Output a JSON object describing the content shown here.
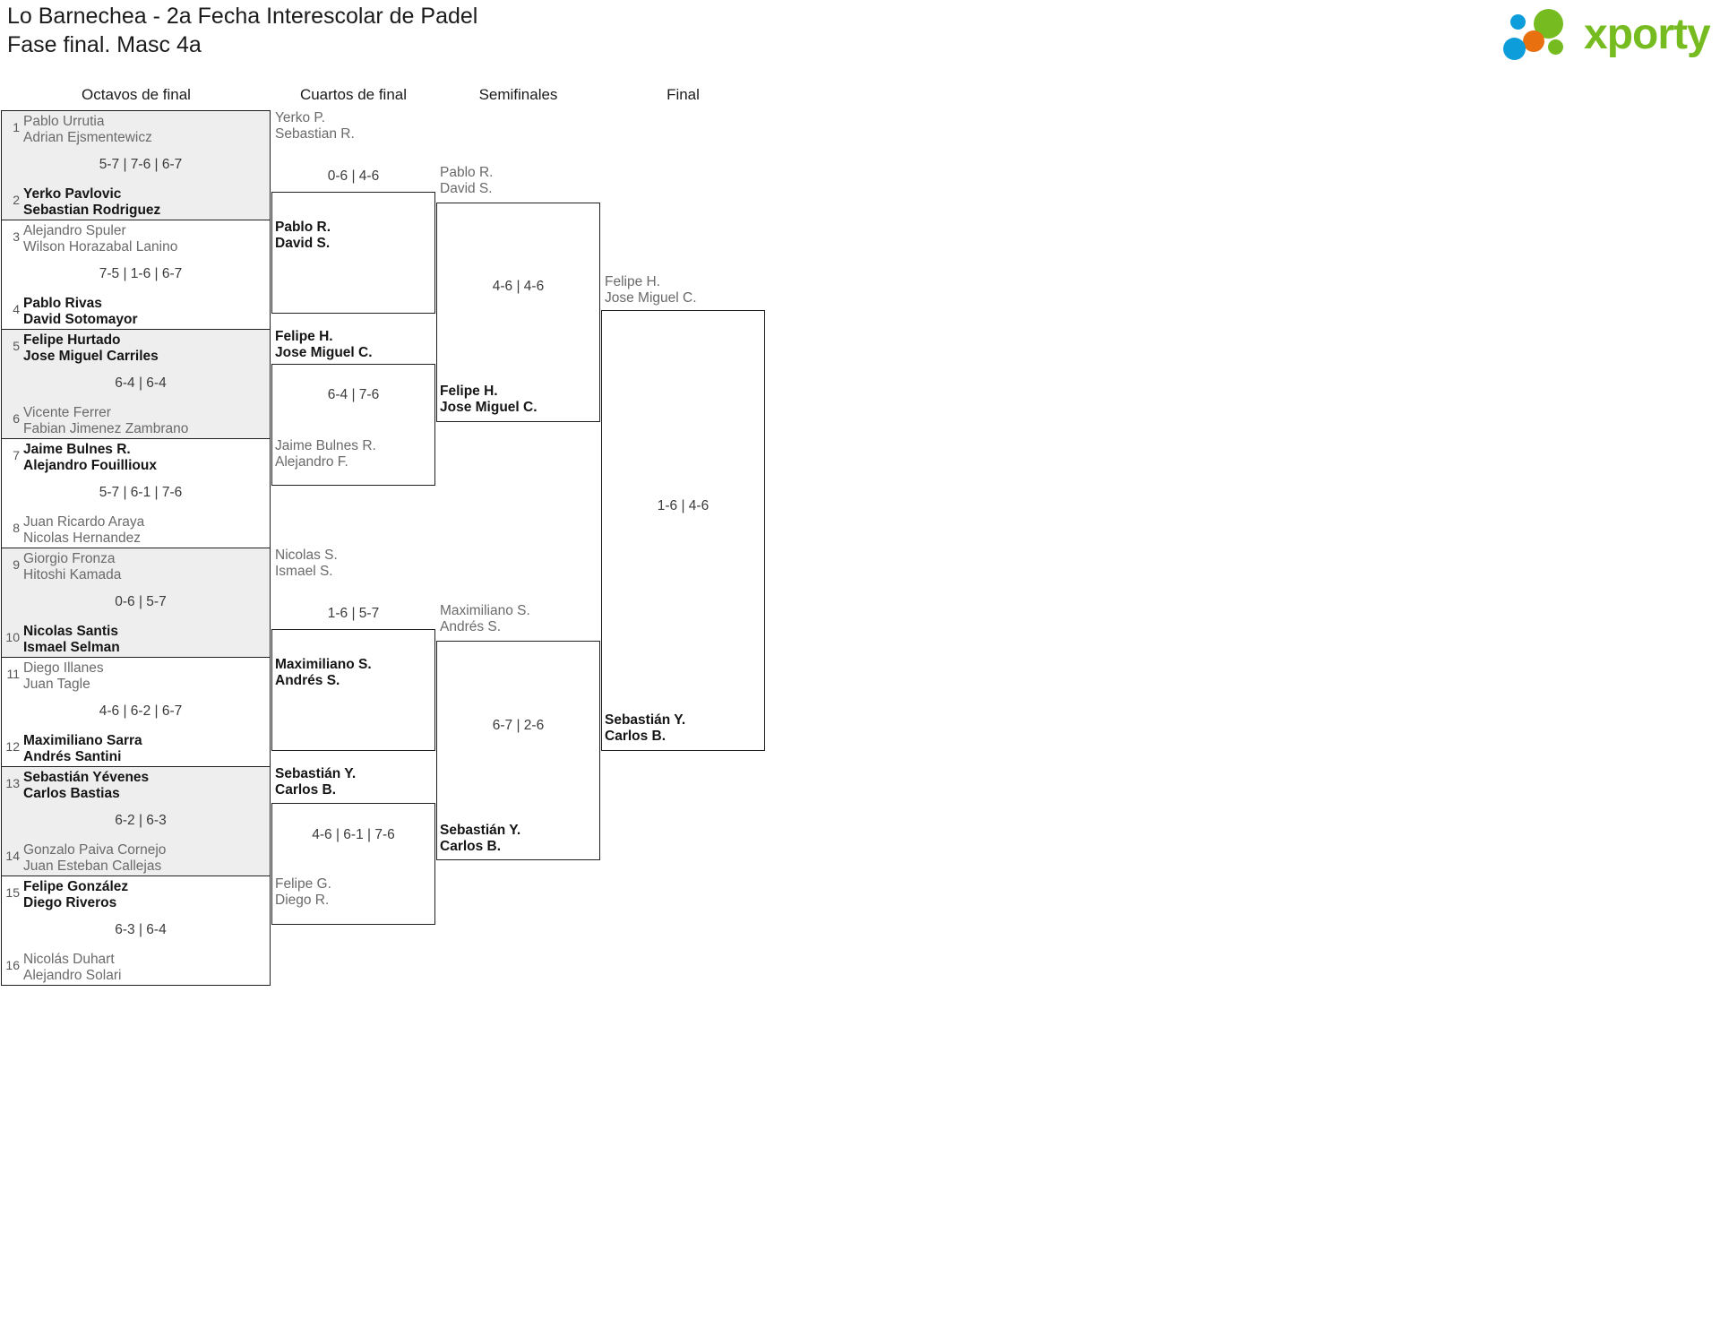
{
  "header": {
    "title_line1": "Lo Barnechea - 2a Fecha Interescolar de Padel",
    "title_line2": "Fase final. Masc 4a",
    "brand": "xporty"
  },
  "rounds": [
    {
      "label": "Octavos de final"
    },
    {
      "label": "Cuartos de final"
    },
    {
      "label": "Semifinales"
    },
    {
      "label": "Final"
    }
  ],
  "round1": {
    "matches": [
      {
        "seed_top": "1",
        "seed_bottom": "2",
        "top_p1": "Pablo Urrutia",
        "top_p2": "Adrian Ejsmentewicz",
        "top_win": false,
        "bottom_p1": "Yerko Pavlovic",
        "bottom_p2": "Sebastian Rodriguez",
        "bottom_win": true,
        "score": "5-7 | 7-6 | 6-7"
      },
      {
        "seed_top": "3",
        "seed_bottom": "4",
        "top_p1": "Alejandro Spuler",
        "top_p2": "Wilson Horazabal Lanino",
        "top_win": false,
        "bottom_p1": "Pablo Rivas",
        "bottom_p2": "David Sotomayor",
        "bottom_win": true,
        "score": "7-5 | 1-6 | 6-7"
      },
      {
        "seed_top": "5",
        "seed_bottom": "6",
        "top_p1": "Felipe Hurtado",
        "top_p2": "Jose Miguel Carriles",
        "top_win": true,
        "bottom_p1": "Vicente Ferrer",
        "bottom_p2": "Fabian Jimenez Zambrano",
        "bottom_win": false,
        "score": "6-4 | 6-4"
      },
      {
        "seed_top": "7",
        "seed_bottom": "8",
        "top_p1": "Jaime Bulnes R.",
        "top_p2": "Alejandro Fouillioux",
        "top_win": true,
        "bottom_p1": "Juan Ricardo Araya",
        "bottom_p2": "Nicolas Hernandez",
        "bottom_win": false,
        "score": "5-7 | 6-1 | 7-6"
      },
      {
        "seed_top": "9",
        "seed_bottom": "10",
        "top_p1": "Giorgio Fronza",
        "top_p2": "Hitoshi Kamada",
        "top_win": false,
        "bottom_p1": "Nicolas Santis",
        "bottom_p2": "Ismael Selman",
        "bottom_win": true,
        "score": "0-6 | 5-7"
      },
      {
        "seed_top": "11",
        "seed_bottom": "12",
        "top_p1": "Diego Illanes",
        "top_p2": "Juan Tagle",
        "top_win": false,
        "bottom_p1": "Maximiliano Sarra",
        "bottom_p2": "Andrés Santini",
        "bottom_win": true,
        "score": "4-6 | 6-2 | 6-7"
      },
      {
        "seed_top": "13",
        "seed_bottom": "14",
        "top_p1": "Sebastián Yévenes",
        "top_p2": "Carlos Bastias",
        "top_win": true,
        "bottom_p1": "Gonzalo Paiva Cornejo",
        "bottom_p2": "Juan Esteban Callejas",
        "bottom_win": false,
        "score": "6-2 | 6-3"
      },
      {
        "seed_top": "15",
        "seed_bottom": "16",
        "top_p1": "Felipe González",
        "top_p2": "Diego Riveros",
        "top_win": true,
        "bottom_p1": "Nicolás Duhart",
        "bottom_p2": "Alejandro Solari",
        "bottom_win": false,
        "score": "6-3 | 6-4"
      }
    ]
  },
  "round2": {
    "matches": [
      {
        "top_p1": "Yerko P.",
        "top_p2": "Sebastian R.",
        "top_win": false,
        "bottom_p1": "Pablo R.",
        "bottom_p2": "David S.",
        "bottom_win": true,
        "score": "0-6 | 4-6"
      },
      {
        "top_p1": "Felipe H.",
        "top_p2": "Jose Miguel C.",
        "top_win": true,
        "bottom_p1": "Jaime Bulnes R.",
        "bottom_p2": "Alejandro F.",
        "bottom_win": false,
        "score": "6-4 | 7-6"
      },
      {
        "top_p1": "Nicolas S.",
        "top_p2": "Ismael S.",
        "top_win": false,
        "bottom_p1": "Maximiliano S.",
        "bottom_p2": "Andrés S.",
        "bottom_win": true,
        "score": "1-6 | 5-7"
      },
      {
        "top_p1": "Sebastián Y.",
        "top_p2": "Carlos B.",
        "top_win": true,
        "bottom_p1": "Felipe G.",
        "bottom_p2": "Diego R.",
        "bottom_win": false,
        "score": "4-6 | 6-1 | 7-6"
      }
    ]
  },
  "round3": {
    "matches": [
      {
        "top_p1": "Pablo R.",
        "top_p2": "David S.",
        "top_win": false,
        "bottom_p1": "Felipe H.",
        "bottom_p2": "Jose Miguel C.",
        "bottom_win": true,
        "score": "4-6 | 4-6"
      },
      {
        "top_p1": "Maximiliano S.",
        "top_p2": "Andrés S.",
        "top_win": false,
        "bottom_p1": "Sebastián Y.",
        "bottom_p2": "Carlos B.",
        "bottom_win": true,
        "score": "6-7 | 2-6"
      }
    ]
  },
  "round4": {
    "matches": [
      {
        "top_p1": "Felipe H.",
        "top_p2": "Jose Miguel C.",
        "top_win": false,
        "bottom_p1": "Sebastián Y.",
        "bottom_p2": "Carlos B.",
        "bottom_win": true,
        "score": "1-6 | 4-6"
      }
    ]
  },
  "colors": {
    "brand_green": "#76bc21",
    "brand_blue": "#0d9ddb",
    "brand_orange": "#e8700f",
    "row_shade": "#eeeeee",
    "line": "#1f1f1f"
  }
}
